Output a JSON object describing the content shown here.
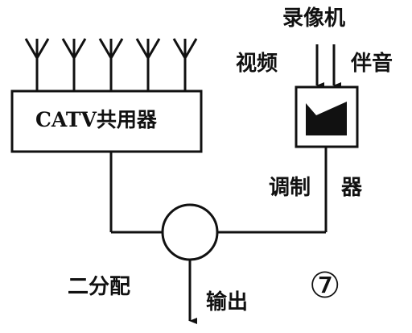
{
  "labels": {
    "combiner": "CATV共用器",
    "vcr": "录像机",
    "video": "视频",
    "audio": "伴音",
    "modulator_a": "调制",
    "modulator_b": "器",
    "splitter": "二分配",
    "output": "输出",
    "figure_number": "⑦"
  },
  "colors": {
    "stroke": "#111111",
    "background": "#ffffff"
  }
}
